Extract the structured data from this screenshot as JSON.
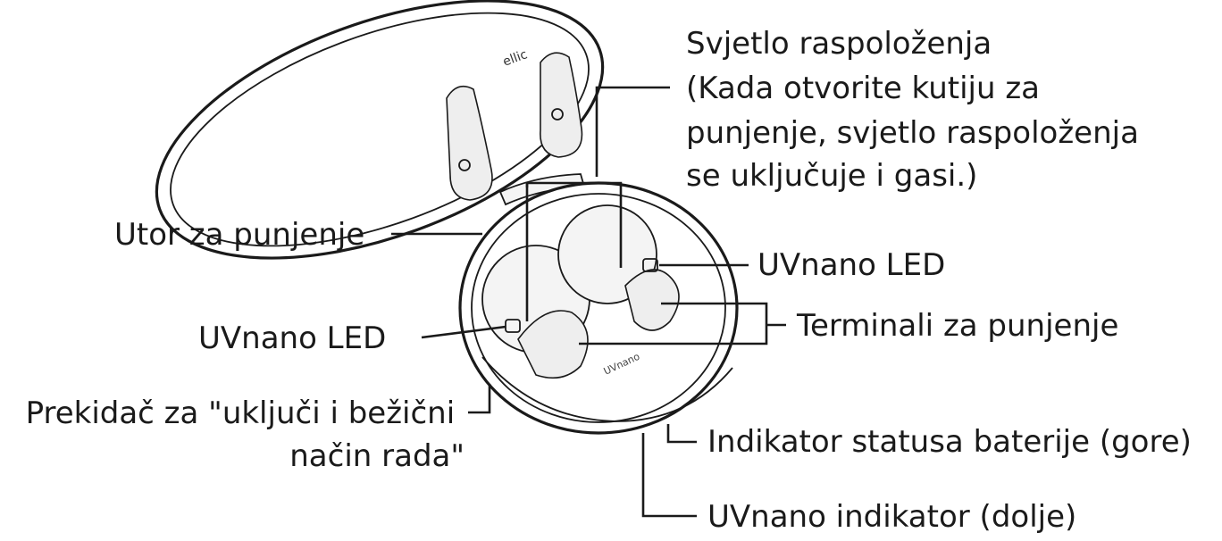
{
  "labels": {
    "mood_light": [
      "Svjetlo raspoloženja",
      "(Kada otvorite kutiju za",
      "punjenje, svjetlo raspoloženja",
      "se uključuje i gasi.)"
    ],
    "charging_slot": "Utor za punjenje",
    "uvnano_led_right": "UVnano LED",
    "charging_terminals": "Terminali za punjenje",
    "uvnano_led_left": "UVnano LED",
    "power_switch": [
      "Prekidač za \"uključi i bežični",
      "način rada\""
    ],
    "battery_indicator": "Indikator statusa baterije (gore)",
    "uvnano_indicator": "UVnano indikator (dolje)"
  },
  "colors": {
    "line": "#1a1a1a",
    "background": "#ffffff"
  }
}
